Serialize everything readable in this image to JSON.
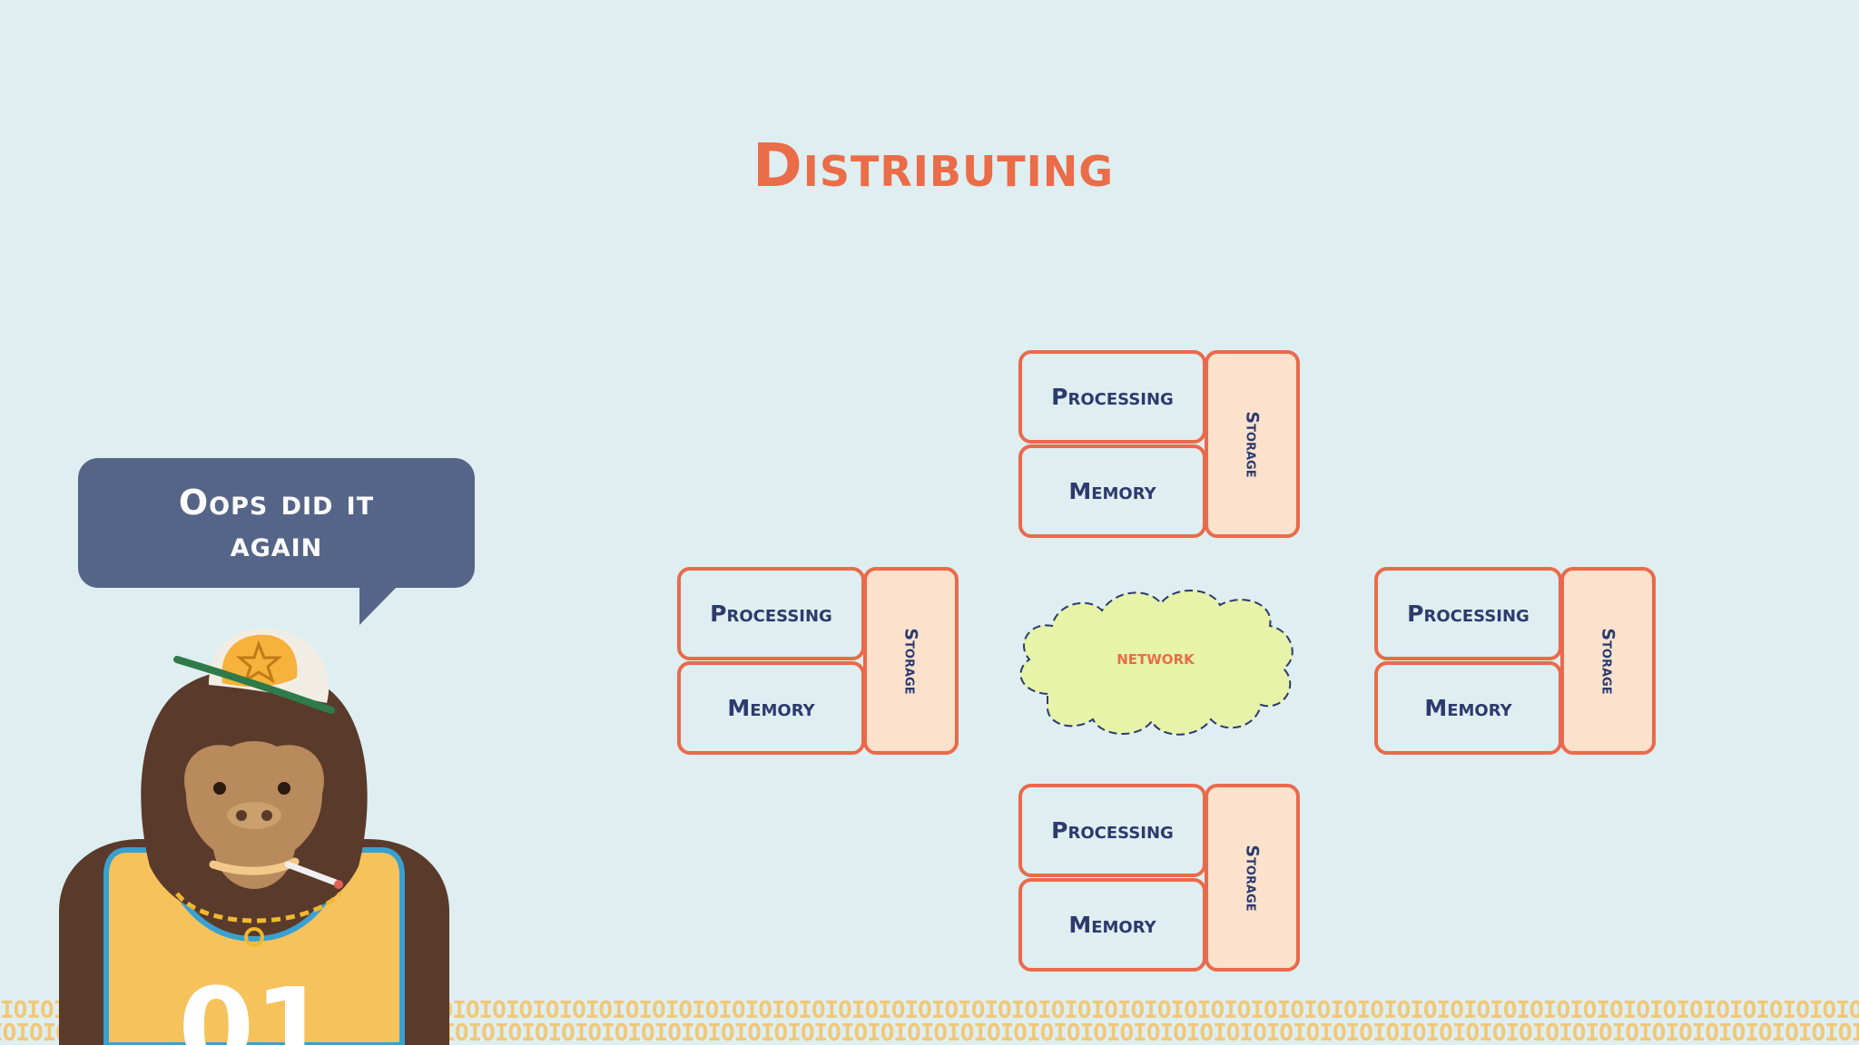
{
  "slide": {
    "title": "Distributing"
  },
  "speech_bubble": {
    "text": "Oops did it again"
  },
  "nodes": [
    {
      "processing": "Processing",
      "memory": "Memory",
      "storage": "Storage"
    },
    {
      "processing": "Processing",
      "memory": "Memory",
      "storage": "Storage"
    },
    {
      "processing": "Processing",
      "memory": "Memory",
      "storage": "Storage"
    },
    {
      "processing": "Processing",
      "memory": "Memory",
      "storage": "Storage"
    }
  ],
  "network": {
    "label": "network"
  },
  "footer": {
    "binary_pattern": "IOIOIOIOIOIOIOIOIOIOIOIOIOIOIOIOIOIOIOIOIOIOIOIOIOIOIOIOIOIOIOIOIOIOIOIOIOIOIOIOIOIOIOIOIOIOIOIOIOIOIOIOIOIOIOIOIOIOIOIOIOIOIOIOIOIOIOIOIOIOIOIOIOIO"
  },
  "colors": {
    "background": "#dfeef0",
    "accent": "#ea6c48",
    "navy_text": "#2c3a6e",
    "bubble": "#556588",
    "storage_fill": "#fce2cd",
    "cloud_fill": "#e6f3a8"
  }
}
